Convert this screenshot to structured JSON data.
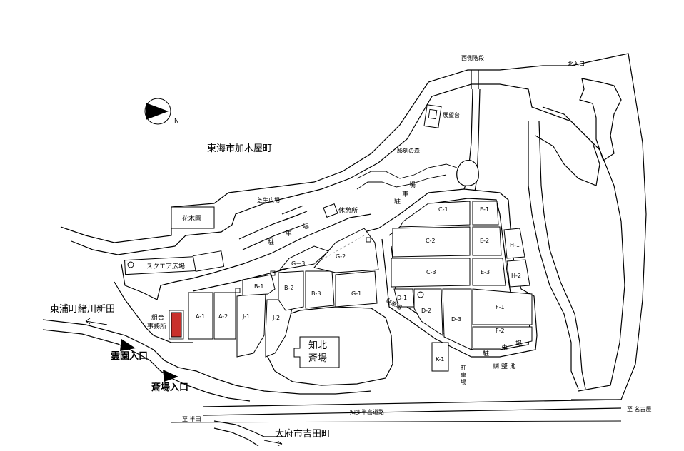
{
  "compass": {
    "label": "N"
  },
  "places": {
    "tokai_kagiya": "東海市加木屋町",
    "higashiura_ogawa": "東浦町緒川新田",
    "obu_yoshida": "大府市吉田町",
    "kaboku": "花木園",
    "shibafu": "芝生広場",
    "square": "スクエア広場",
    "kyukeisho": "休憩所",
    "tenbodai": "展望台",
    "chokoku": "彫刻の森",
    "nishi_kaidan": "西側階段",
    "kita_iriguchi": "北入口",
    "kumiai_1": "組合",
    "kumiai_2": "事務所",
    "chiboku_1": "知北",
    "chiboku_2": "斎場",
    "reien_iriguchi": "霊園入口",
    "saijo_iriguchi": "斎場入口",
    "chita_road": "知多半島道路",
    "to_nagoya": "至 名古屋",
    "to_handa": "至 半田",
    "chosei": "調 整 池"
  },
  "parking": {
    "p1": [
      "駐",
      "車",
      "場"
    ],
    "p2": [
      "駐",
      "車",
      "場"
    ],
    "p3": [
      "駐",
      "車",
      "場"
    ],
    "p4": [
      "駐",
      "車",
      "場"
    ],
    "p5": "駐車場"
  },
  "blocks": [
    "A-1",
    "A-2",
    "J-1",
    "J-2",
    "B-1",
    "B-2",
    "B-3",
    "G-1",
    "G-2",
    "G－3",
    "C-1",
    "C-2",
    "C-3",
    "E-1",
    "E-2",
    "E-3",
    "H-1",
    "H-2",
    "D-1",
    "D-2",
    "D-3",
    "F-1",
    "F-2",
    "K-1"
  ]
}
